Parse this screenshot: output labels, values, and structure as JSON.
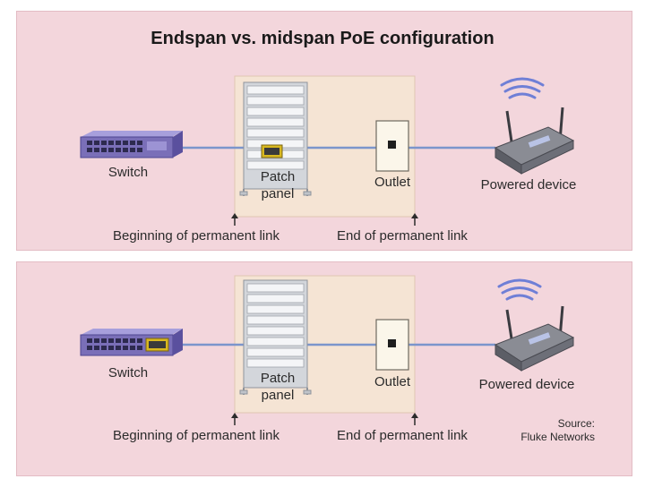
{
  "title": "Endspan vs. midspan PoE configuration",
  "top": {
    "switch_label": "Switch",
    "patch_label_1": "Patch",
    "patch_label_2": "panel",
    "outlet_label": "Outlet",
    "device_label": "Powered device",
    "begin_label": "Beginning of permanent link",
    "end_label": "End of permanent link"
  },
  "bottom": {
    "switch_label": "Switch",
    "patch_label_1": "Patch",
    "patch_label_2": "panel",
    "outlet_label": "Outlet",
    "device_label": "Powered device",
    "begin_label": "Beginning of permanent link",
    "end_label": "End of permanent link",
    "source_1": "Source:",
    "source_2": "Fluke Networks"
  },
  "colors": {
    "panel_bg": "#f3d6dc",
    "box_bg": "#f5e4d4",
    "cable": "#7b95cc",
    "switch": "#7a6fb8",
    "poe_module": "#d8b820",
    "device": "#6d6f78",
    "wifi": "#6f7fd6"
  },
  "icons": [
    "switch-icon",
    "patch-panel-icon",
    "poe-module-icon",
    "outlet-icon",
    "router-icon",
    "wifi-signal-icon",
    "arrow-up-icon"
  ]
}
